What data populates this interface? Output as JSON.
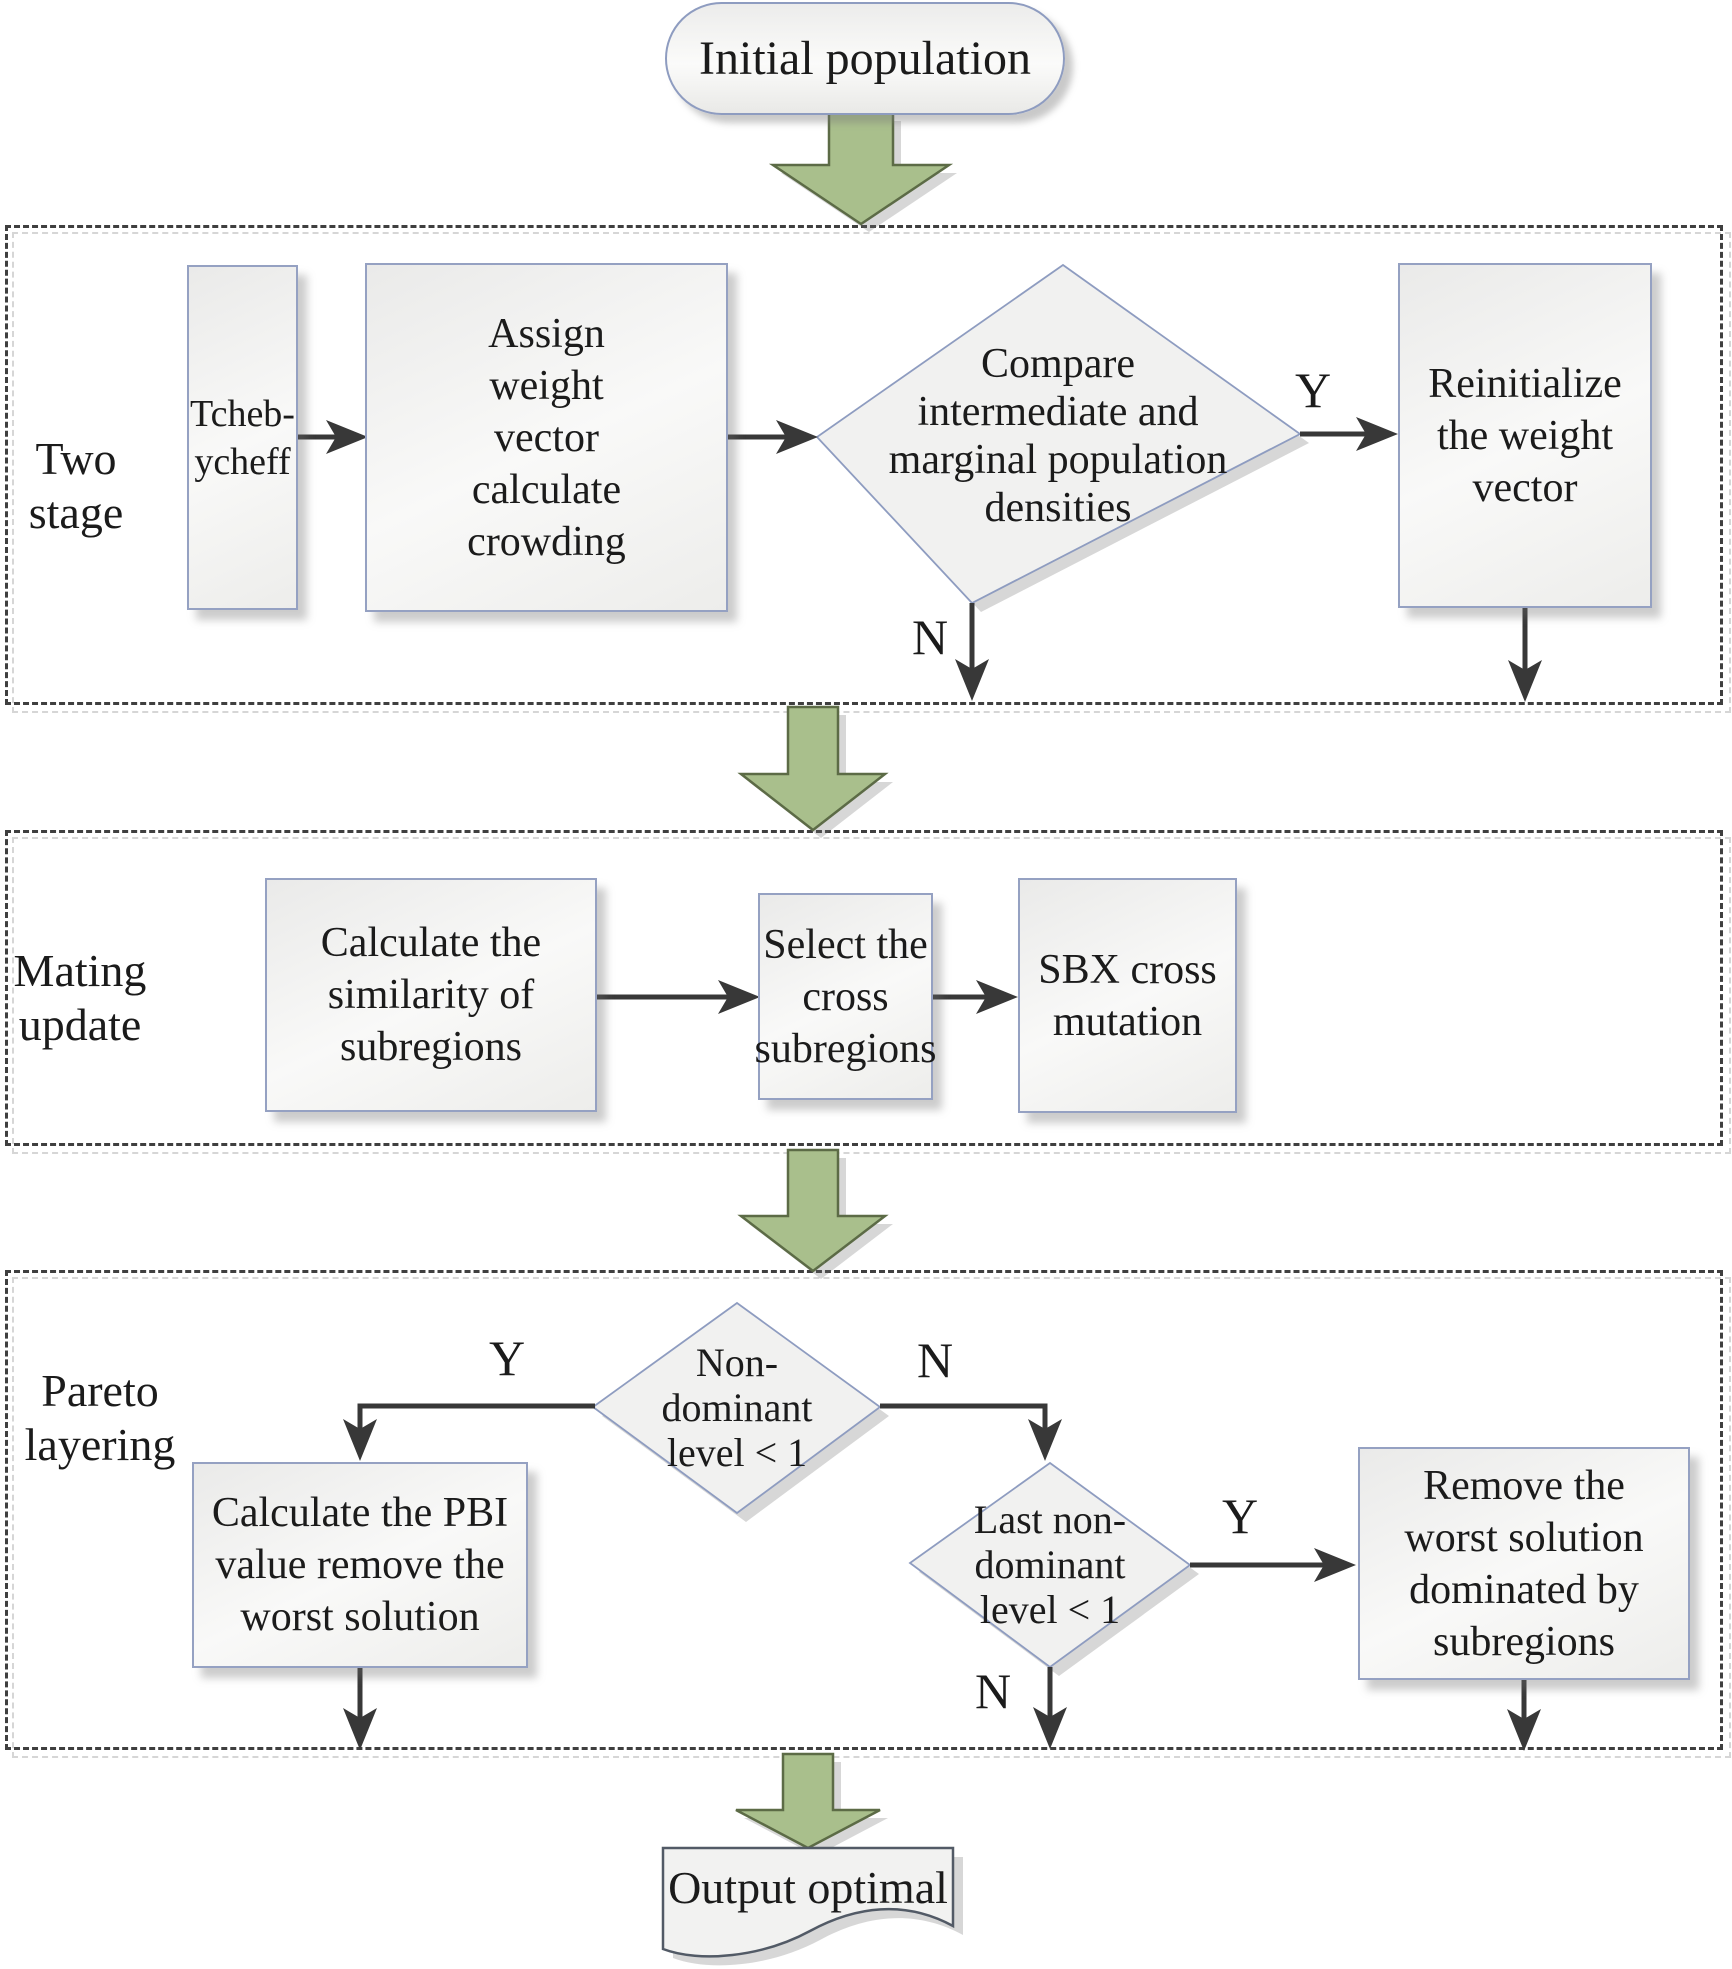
{
  "palette": {
    "box_border": "#95a1c2",
    "diamond_border": "#8e9cc0",
    "green_fill": "#a9bf8c",
    "green_stroke": "#5c6b46",
    "arrow_color": "#383838",
    "dash_color": "#3f3f3f",
    "text_color": "#1b1b1b"
  },
  "start": {
    "label": "Initial population"
  },
  "sections": [
    {
      "id": "two-stage",
      "label": "Two\nstage"
    },
    {
      "id": "mating-update",
      "label": "Mating\nupdate"
    },
    {
      "id": "pareto-layering",
      "label": "Pareto\nlayering"
    }
  ],
  "nodes": {
    "tchebycheff": "Tcheb-\nycheff",
    "assign_weight": "Assign\nweight\nvector\ncalculate\ncrowding",
    "compare_densities": "Compare\nintermediate and\nmarginal population\ndensities",
    "reinitialize": "Reinitialize\nthe weight\nvector",
    "calc_similarity": "Calculate the\nsimilarity of\nsubregions",
    "select_cross": "Select the\ncross\nsubregions",
    "sbx": "SBX cross\nmutation",
    "nondominant": "Non-\ndominant\nlevel < 1",
    "calc_pbi": "Calculate the PBI\nvalue remove the\nworst solution",
    "last_nondominant": "Last non-\ndominant\nlevel < 1",
    "remove_worst": "Remove the\nworst solution\ndominated by\nsubregions",
    "output": "Output optimal"
  },
  "branch_labels": {
    "d1_yes": "Y",
    "d1_no": "N",
    "d2_yes": "Y",
    "d2_no": "N",
    "d3_yes": "Y",
    "d3_no": "N"
  }
}
